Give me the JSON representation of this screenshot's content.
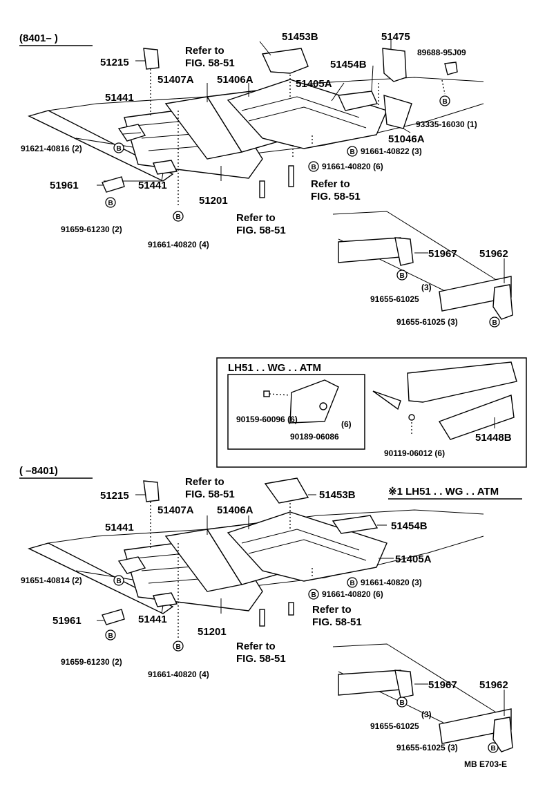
{
  "top": {
    "range": "(8401–    )",
    "labels": {
      "p51453B": "51453B",
      "p51475": "51475",
      "p89688": "89688-95J09",
      "p51215": "51215",
      "refer1a": "Refer to",
      "refer1b": "FIG. 58-51",
      "p51407A": "51407A",
      "p51406A": "51406A",
      "p51454B": "51454B",
      "p51405A": "51405A",
      "p51441a": "51441",
      "p93335": "93335-16030 (1)",
      "p51046A": "51046A",
      "p91621": "91621-40816 (2)",
      "p91661_822": "91661-40822 (3)",
      "p91661_820_6": "91661-40820 (6)",
      "p51961": "51961",
      "p51441b": "51441",
      "refer2a": "Refer to",
      "refer2b": "FIG. 58-51",
      "p51201": "51201",
      "p91659": "91659-61230 (2)",
      "refer3a": "Refer to",
      "refer3b": "FIG. 58-51",
      "p91661_820_4": "91661-40820 (4)",
      "p51967": "51967",
      "p51962": "51962",
      "q3": "(3)",
      "p91655a": "91655-61025",
      "p91655b": "91655-61025 (3)"
    }
  },
  "inset": {
    "title": "LH51 . . WG . . ATM",
    "p90159": "90159-60096 (6)",
    "p90189q": "(6)",
    "p90189": "90189-06086",
    "p90119": "90119-06012 (6)",
    "p51448B": "51448B"
  },
  "bottom": {
    "range": "(      –8401)",
    "note": "※1 LH51 . . WG . . ATM",
    "labels": {
      "p51215": "51215",
      "refer1a": "Refer to",
      "refer1b": "FIG. 58-51",
      "p51453B": "51453B",
      "p51407A": "51407A",
      "p51406A": "51406A",
      "p51441a": "51441",
      "p51454B": "51454B",
      "p51405A": "51405A",
      "p91651": "91651-40814 (2)",
      "p91661_820_3": "91661-40820 (3)",
      "p91661_820_6": "91661-40820 (6)",
      "refer2a": "Refer to",
      "refer2b": "FIG. 58-51",
      "p51961": "51961",
      "p51441b": "51441",
      "p51201": "51201",
      "p91659": "91659-61230 (2)",
      "refer3a": "Refer to",
      "refer3b": "FIG. 58-51",
      "p91661_820_4": "91661-40820 (4)",
      "p51967": "51967",
      "p51962": "51962",
      "q3": "(3)",
      "p91655a": "91655-61025",
      "p91655b": "91655-61025 (3)"
    }
  },
  "bolt_letter": "B",
  "footer": "MB  E703-E"
}
